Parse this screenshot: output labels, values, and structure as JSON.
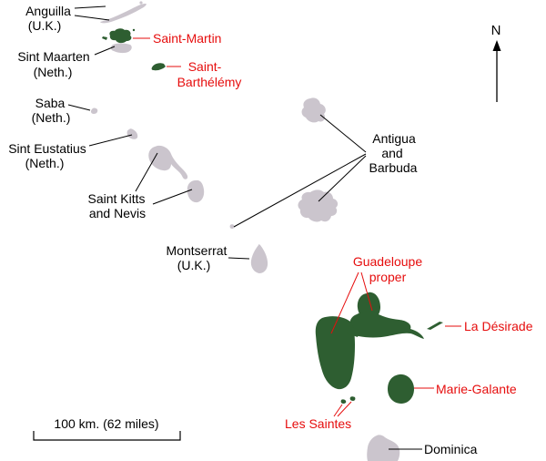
{
  "map": {
    "colors": {
      "french_islands_green": "#2e5e31",
      "other_islands_gray": "#cbc5cd",
      "french_label_red": "#e60d0d",
      "other_label_black": "#000000",
      "background": "#ffffff"
    },
    "labels": {
      "anguilla": {
        "line1": "Anguilla",
        "line2": "(U.K.)"
      },
      "sint_maarten": {
        "line1": "Sint Maarten",
        "line2": "(Neth.)"
      },
      "saba": {
        "line1": "Saba",
        "line2": "(Neth.)"
      },
      "sint_eustatius": {
        "line1": "Sint Eustatius",
        "line2": "(Neth.)"
      },
      "saint_kitts_nevis": {
        "line1": "Saint Kitts",
        "line2": "and Nevis"
      },
      "antigua_barbuda": {
        "line1": "Antigua",
        "line2": "and",
        "line3": "Barbuda"
      },
      "montserrat": {
        "line1": "Montserrat",
        "line2": "(U.K.)"
      },
      "dominica": {
        "line1": "Dominica"
      },
      "saint_martin": {
        "line1": "Saint-Martin"
      },
      "saint_barthelemy": {
        "line1": "Saint-",
        "line2": "Barthélémy"
      },
      "guadeloupe_proper": {
        "line1": "Guadeloupe",
        "line2": "proper"
      },
      "la_desirade": {
        "line1": "La Désirade"
      },
      "marie_galante": {
        "line1": "Marie-Galante"
      },
      "les_saintes": {
        "line1": "Les Saintes"
      }
    },
    "compass": {
      "label": "N"
    },
    "scale_bar": {
      "label": "100 km. (62 miles)"
    }
  }
}
